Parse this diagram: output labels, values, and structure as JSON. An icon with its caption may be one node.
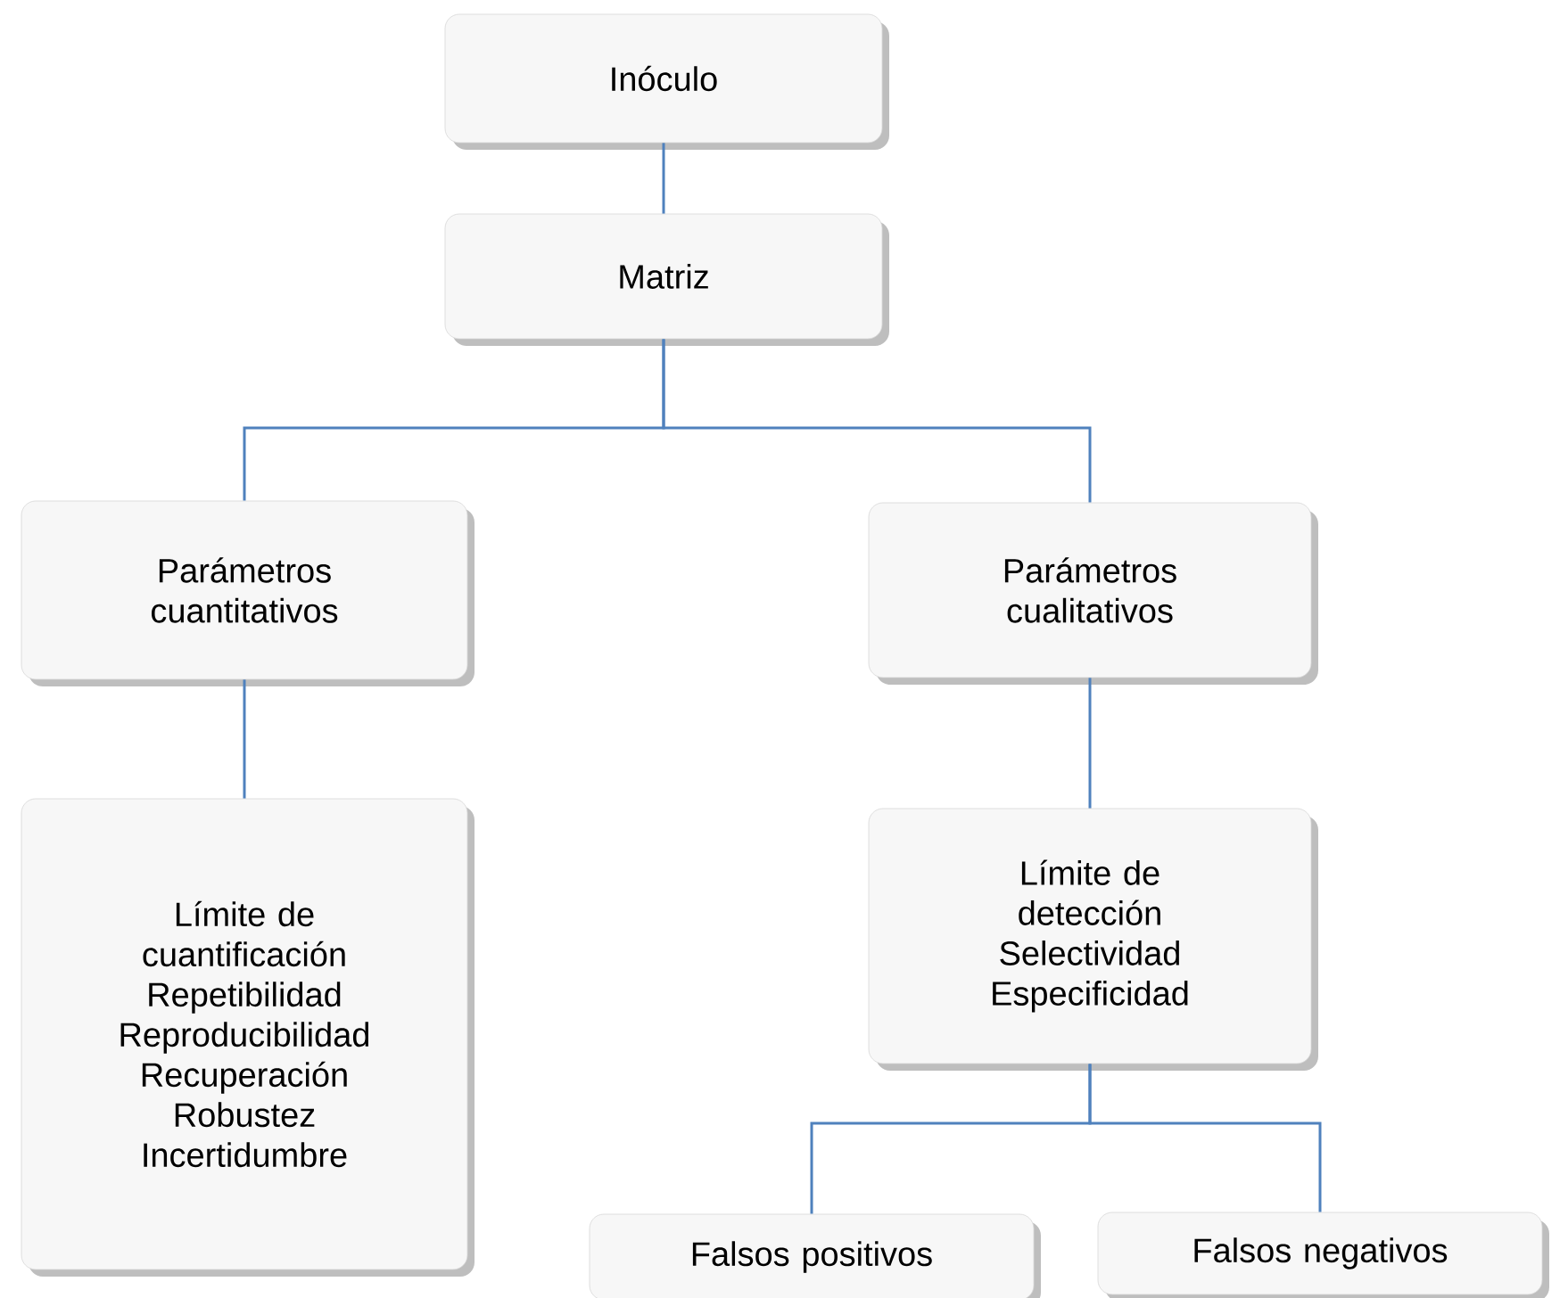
{
  "diagram": {
    "nodes": [
      {
        "text": [
          "Inóculo"
        ]
      },
      {
        "text": [
          "Matriz"
        ]
      },
      {
        "text": [
          "Parámetros cuantitativos"
        ]
      },
      {
        "text": [
          "Parámetros cualitativos"
        ]
      },
      {
        "text": [
          "Límite de cuantificación",
          "Repetibilidad",
          "Reproducibilidad",
          "Recuperación",
          "Robustez",
          "Incertidumbre"
        ]
      },
      {
        "text": [
          "Límite de detección",
          "Selectividad",
          "Especificidad"
        ]
      },
      {
        "text": [
          "Falsos positivos"
        ]
      },
      {
        "text": [
          "Falsos negativos"
        ]
      }
    ],
    "edges": [
      {
        "from": 0,
        "to": 1,
        "arrow": "none"
      },
      {
        "from": 1,
        "to": 2,
        "arrow": "none"
      },
      {
        "from": 1,
        "to": 3,
        "arrow": "none"
      },
      {
        "from": 2,
        "to": 4,
        "arrow": "none"
      },
      {
        "from": 3,
        "to": 5,
        "arrow": "none"
      },
      {
        "from": 5,
        "to": 6,
        "arrow": "none"
      },
      {
        "from": 5,
        "to": 7,
        "arrow": "none"
      }
    ]
  }
}
